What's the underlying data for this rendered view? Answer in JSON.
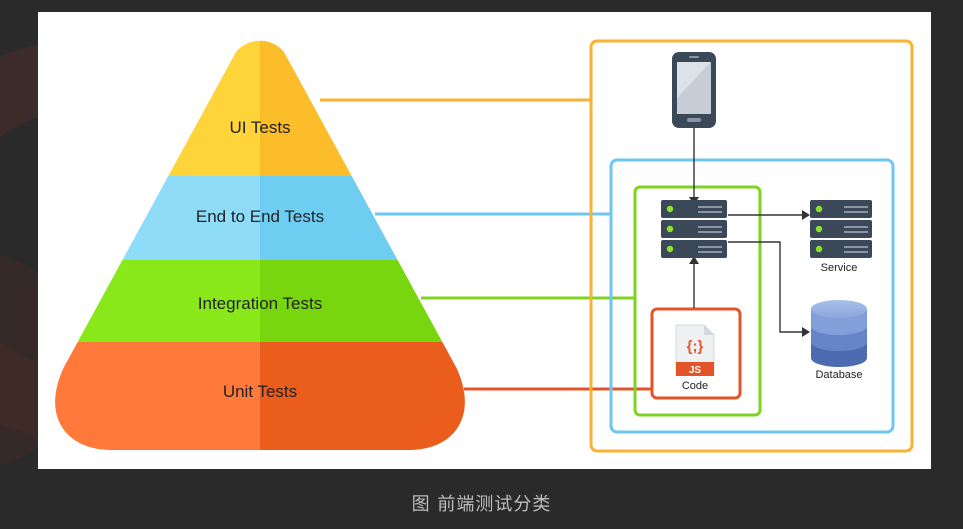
{
  "pyramid": {
    "levels": [
      {
        "label": "UI Tests",
        "color_left": "#ffd43b",
        "color_right": "#fbbd2a"
      },
      {
        "label": "End to End Tests",
        "color_left": "#8fdcf9",
        "color_right": "#6fcdf2"
      },
      {
        "label": "Integration Tests",
        "color_left": "#88e81a",
        "color_right": "#77d60e"
      },
      {
        "label": "Unit Tests",
        "color_left": "#ff7a3a",
        "color_right": "#eb5d1c"
      }
    ]
  },
  "architecture": {
    "service_label": "Service",
    "database_label": "Database",
    "code_label": "Code",
    "code_badge": "JS",
    "code_symbol": "{;}"
  },
  "boundary_colors": {
    "ui": "#f9b233",
    "e2e": "#6ec6f2",
    "integration": "#7ed321",
    "unit": "#e2552a"
  },
  "caption": "图 前端测试分类"
}
